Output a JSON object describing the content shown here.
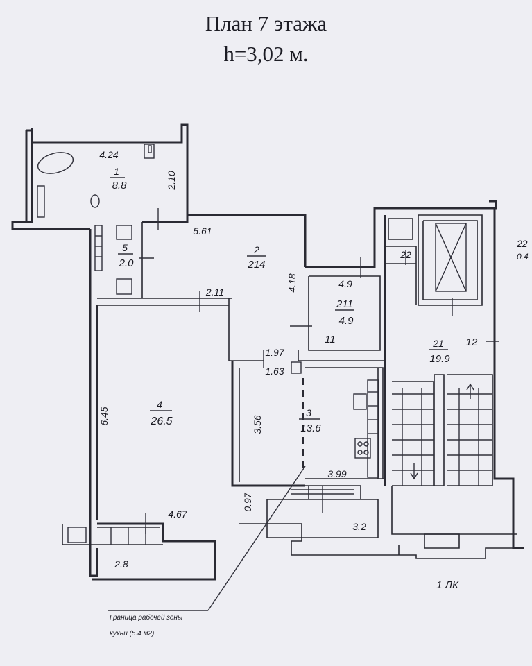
{
  "header": {
    "title": "План 7 этажа",
    "height": "h=3,02 м."
  },
  "rooms": [
    {
      "num": "1",
      "area": "8.8"
    },
    {
      "num": "2",
      "area": "214"
    },
    {
      "num": "3",
      "area": "13.6"
    },
    {
      "num": "4",
      "area": "26.5"
    },
    {
      "num": "5",
      "area": "2.0"
    },
    {
      "num": "21",
      "area": "19.9"
    },
    {
      "num": "211",
      "area": "4.9"
    }
  ],
  "dimensions": [
    "4.24",
    "2.10",
    "5.61",
    "4.18",
    "2.11",
    "4.9",
    "1.97",
    "1.63",
    "3.56",
    "6.45",
    "3.99",
    "0.97",
    "4.67",
    "2.8",
    "3.2"
  ],
  "labels": {
    "corridor": "11",
    "stair_room": "12",
    "shaft": "22",
    "edge": "22",
    "edge2": "0.4",
    "stair": "1 ЛК",
    "note1": "Граница рабочей зоны",
    "note2": "кухни (5.4 м2)"
  }
}
